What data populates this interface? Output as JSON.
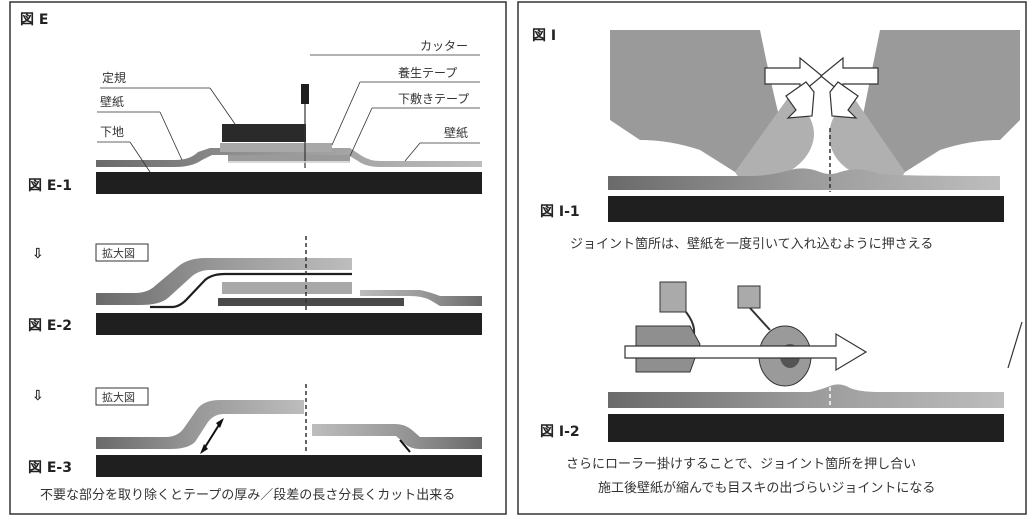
{
  "panel_e": {
    "title": "図 E",
    "labels": {
      "cutter": "カッター",
      "ruler": "定規",
      "protective_tape": "養生テープ",
      "wallpaper_left": "壁紙",
      "underlay_tape": "下敷きテープ",
      "substrate": "下地",
      "wallpaper_right": "壁紙"
    },
    "figures": {
      "e1": "図 E-1",
      "e2": "図 E-2",
      "e3": "図 E-3"
    },
    "magnified": "拡大図",
    "arrow_down": "⇩",
    "caption": "不要な部分を取り除くとテープの厚み／段差の長さ分長くカット出来る"
  },
  "panel_i": {
    "title": "図 I",
    "figures": {
      "i1": "図 I-1",
      "i2": "図 I-2"
    },
    "caption1": "ジョイント箇所は、壁紙を一度引いて入れ込むように押さえる",
    "caption2_line1": "さらにローラー掛けすることで、ジョイント箇所を押し合い",
    "caption2_line2": "施工後壁紙が縮んでも目スキの出づらいジョイントになる"
  },
  "colors": {
    "dark": "#1f1f1f",
    "paper": "#8c8c8c",
    "tape": "#9a9a9a",
    "ruler": "#2a2a2a"
  }
}
